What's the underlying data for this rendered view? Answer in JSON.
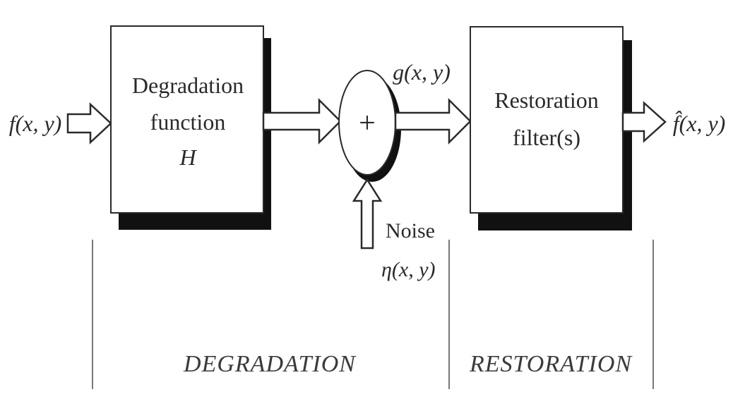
{
  "diagram": {
    "input_label": "f(x, y)",
    "degradation_block": {
      "line1": "Degradation",
      "line2": "function",
      "line3": "H"
    },
    "adder_symbol": "+",
    "degraded_label": "g(x, y)",
    "noise": {
      "label": "Noise",
      "symbol": "η(x, y)"
    },
    "restoration_block": {
      "line1": "Restoration",
      "line2": "filter(s)"
    },
    "output_label": "f̂(x, y)",
    "stages": {
      "degradation": "DEGRADATION",
      "restoration": "RESTORATION"
    }
  }
}
